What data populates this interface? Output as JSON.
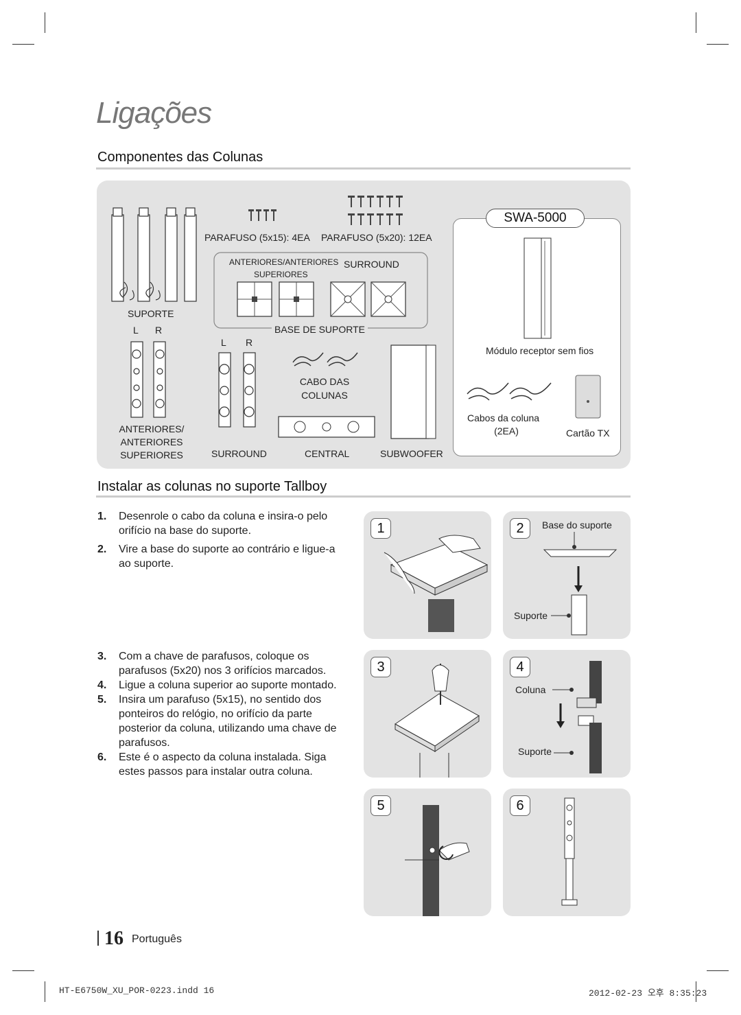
{
  "page": {
    "title": "Ligações",
    "page_number": "16",
    "language": "Português"
  },
  "section1": {
    "heading": "Componentes das Colunas",
    "labels": {
      "suporte": "SUPORTE",
      "l": "L",
      "r": "R",
      "parafuso_5x15": "PARAFUSO (5x15): 4EA",
      "parafuso_5x20": "PARAFUSO (5x20): 12EA",
      "anteriores_superiores_top": "ANTERIORES/ANTERIORES",
      "anteriores_superiores_bottom": "SUPERIORES",
      "surround_top": "SURROUND",
      "base_de_suporte": "BASE DE SUPORTE",
      "cabo_das": "CABO DAS",
      "colunas": "COLUNAS",
      "anteriores_1": "ANTERIORES/",
      "anteriores_2": "ANTERIORES",
      "anteriores_3": "SUPERIORES",
      "surround": "SURROUND",
      "central": "CENTRAL",
      "subwoofer": "SUBWOOFER"
    },
    "swa": {
      "model": "SWA-5000",
      "modulo": "Módulo receptor sem fios",
      "cabos": "Cabos da coluna",
      "cabos_qty": "(2EA)",
      "cartao": "Cartão TX"
    }
  },
  "section2": {
    "heading": "Instalar as colunas no suporte Tallboy",
    "steps_a": [
      {
        "num": "1.",
        "text": "Desenrole o cabo da coluna e insira-o pelo orifício na base do suporte."
      },
      {
        "num": "2.",
        "text": "Vire a base do suporte ao contrário e ligue-a ao suporte."
      }
    ],
    "steps_b": [
      {
        "num": "3.",
        "text": "Com a chave de parafusos, coloque os parafusos (5x20) nos 3 orifícios marcados."
      },
      {
        "num": "4.",
        "text": "Ligue a coluna superior ao suporte montado."
      },
      {
        "num": "5.",
        "text": "Insira um parafuso (5x15), no sentido dos ponteiros do relógio, no orifício da parte posterior da coluna, utilizando uma chave de parafusos."
      },
      {
        "num": "6.",
        "text": "Este é o aspecto da coluna instalada. Siga estes passos para instalar outra coluna."
      }
    ],
    "tiles": {
      "t1": "1",
      "t2": "2",
      "t3": "3",
      "t4": "4",
      "t5": "5",
      "t6": "6",
      "base_do_suporte": "Base do suporte",
      "suporte": "Suporte",
      "coluna": "Coluna",
      "suporte2": "Suporte"
    }
  },
  "footer": {
    "file": "HT-E6750W_XU_POR-0223.indd   16",
    "datetime": "2012-02-23   오후 8:35:23"
  }
}
